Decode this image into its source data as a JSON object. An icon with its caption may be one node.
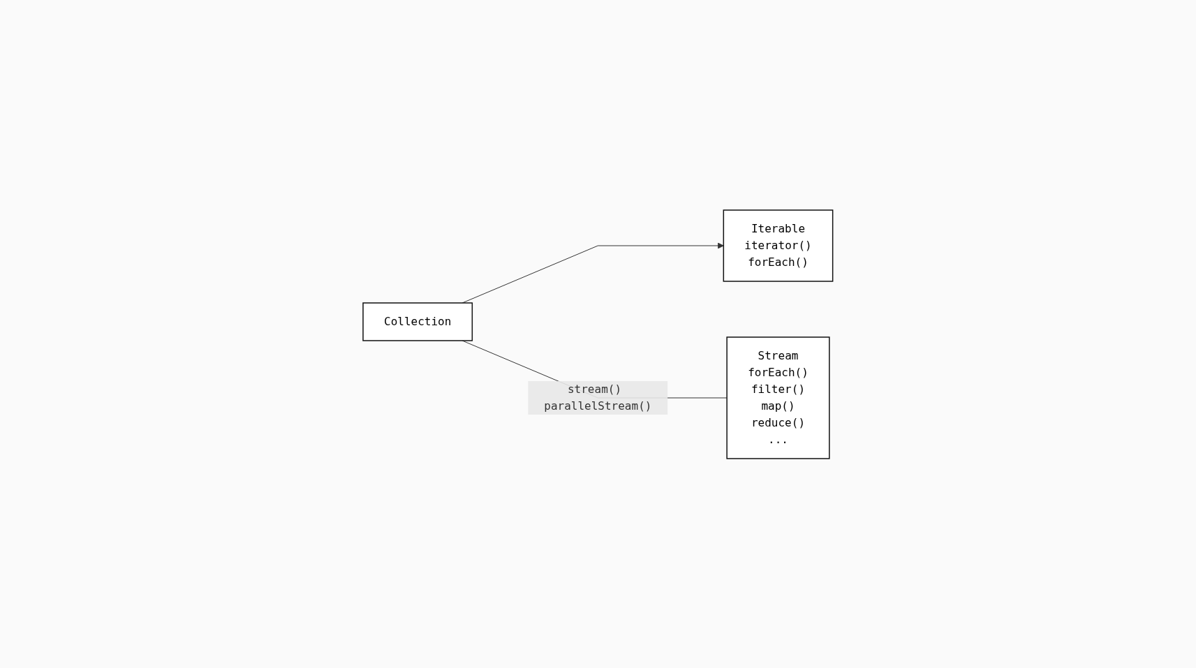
{
  "diagram": {
    "nodes": [
      {
        "text": [
          "Iterable",
          "iterator()",
          "forEach()"
        ]
      },
      {
        "text": [
          "Collection"
        ]
      },
      {
        "text": [
          "Stream",
          "forEach()",
          "filter()",
          "map()",
          "reduce()",
          "..."
        ]
      }
    ],
    "edges": [
      {
        "from": 1,
        "to": 0,
        "arrow": "to"
      },
      {
        "from": 1,
        "to": 2,
        "arrow": "none",
        "label": "stream() parallelStream()"
      }
    ]
  }
}
